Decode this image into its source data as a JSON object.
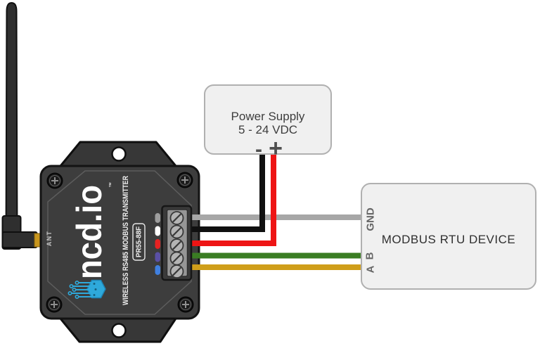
{
  "device": {
    "brand": "ncd.io",
    "trademark": "™",
    "title": "WIRELESS RS485 MODBUS TRANSMITTER",
    "model": "PR55-88F",
    "antenna_label": "ANT",
    "body_color": "#3d3d3d",
    "logo_accent_color": "#2ea9db",
    "terminal_screw_count": 5,
    "indicator_colors": [
      "#9e9e9e",
      "#ffffff",
      "#e62222",
      "#5a50a5",
      "#4080e0"
    ]
  },
  "power_supply": {
    "line1": "Power Supply",
    "line2": "5 - 24 VDC",
    "negative_label": "-",
    "positive_label": "+"
  },
  "modbus_device": {
    "title": "MODBUS RTU DEVICE",
    "pins": [
      {
        "label": "GND"
      },
      {
        "label": "B"
      },
      {
        "label": "A"
      }
    ]
  },
  "wires": [
    {
      "name": "ground",
      "color": "#a7a7a7",
      "from": "transmitter terminal 1",
      "to": "MODBUS RTU DEVICE GND"
    },
    {
      "name": "power-negative",
      "color": "#101010",
      "from": "transmitter terminal 2",
      "to": "Power Supply -"
    },
    {
      "name": "power-positive",
      "color": "#ee1515",
      "from": "transmitter terminal 3",
      "to": "Power Supply +"
    },
    {
      "name": "rs485-b",
      "color": "#3a7d23",
      "from": "transmitter terminal 4",
      "to": "MODBUS RTU DEVICE B"
    },
    {
      "name": "rs485-a",
      "color": "#cf9e1a",
      "from": "transmitter terminal 5",
      "to": "MODBUS RTU DEVICE A"
    }
  ]
}
